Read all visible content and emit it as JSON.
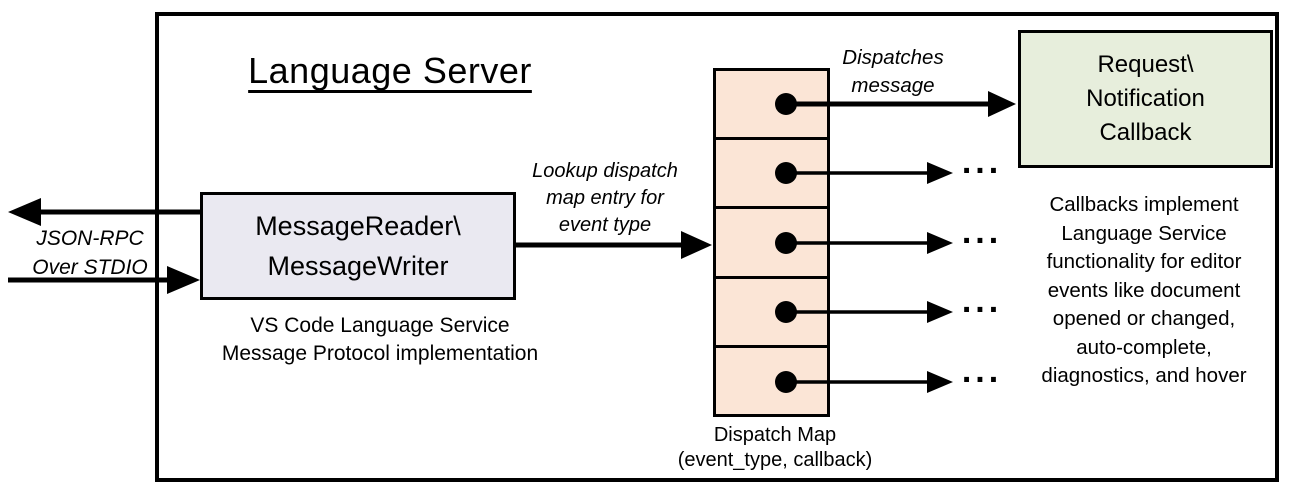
{
  "title": "Language Server",
  "left_io": {
    "label_lines": [
      "JSON-RPC",
      "Over STDIO"
    ]
  },
  "message_box": {
    "label_lines": [
      "MessageReader\\",
      "MessageWriter"
    ],
    "caption_lines": [
      "VS Code Language Service",
      "Message Protocol implementation"
    ],
    "fill": "#EAE9F1"
  },
  "lookup_label_lines": [
    "Lookup dispatch",
    "map entry for",
    "event type"
  ],
  "dispatches_label_lines": [
    "Dispatches",
    "message"
  ],
  "dispatch_map": {
    "fill": "#FBE5D6",
    "ellipsis": "...",
    "caption_lines": [
      "Dispatch Map",
      "(event_type, callback)"
    ]
  },
  "callback_box": {
    "label_lines": [
      "Request\\",
      "Notification",
      "Callback"
    ],
    "fill": "#E7EEDC"
  },
  "callbacks_note_lines": [
    "Callbacks implement",
    "Language Service",
    "functionality for editor",
    "events like document",
    "opened or changed,",
    "auto-complete,",
    "diagnostics, and hover"
  ],
  "colors": {
    "stroke": "#000000",
    "background": "#FFFFFF"
  }
}
